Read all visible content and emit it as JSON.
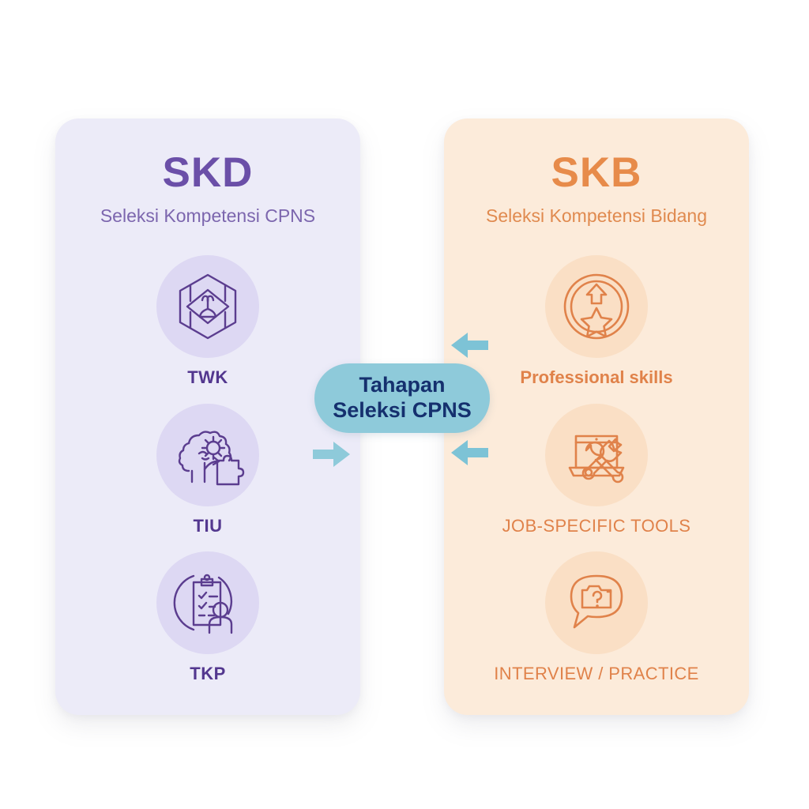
{
  "background_color": "#ffffff",
  "badge": {
    "line1": "Tahapan",
    "line2": "Seleksi CPNS",
    "bg_color": "#8ecada",
    "text_color": "#15306e"
  },
  "cards": [
    {
      "id": "skd",
      "title": "SKD",
      "subtitle": "Seleksi Kompetensi CPNS",
      "bg_color": "#ecebf8",
      "title_color": "#6b4fa8",
      "icon_circle_color": "#ddd8f3",
      "items": [
        {
          "label": "TWK",
          "icon": "hexagon-emblem-icon",
          "style": "bold"
        },
        {
          "label": "TIU",
          "icon": "brain-gear-puzzle-icon",
          "style": "bold"
        },
        {
          "label": "TKP",
          "icon": "clipboard-checklist-person-icon",
          "style": "bold"
        }
      ]
    },
    {
      "id": "skb",
      "title": "SKB",
      "subtitle": "Seleksi Kompetensi Bidang",
      "bg_color": "#fcebda",
      "title_color": "#e78b4a",
      "icon_circle_color": "#fadfc5",
      "items": [
        {
          "label": "Professional skills",
          "icon": "medal-star-arrow-icon",
          "style": "bold"
        },
        {
          "label": "JOB-SPECIFIC TOOLS",
          "icon": "laptop-wrench-screwdriver-icon",
          "style": "caps"
        },
        {
          "label": "INTERVIEW / PRACTICE",
          "icon": "speech-bubble-question-icon",
          "style": "caps"
        }
      ]
    }
  ],
  "arrows": [
    {
      "name": "arrow-right-to-badge",
      "direction": "right",
      "color": "#8ecada"
    },
    {
      "name": "arrow-left-from-skb-top",
      "direction": "left",
      "color": "#7dc3d6"
    },
    {
      "name": "arrow-left-from-skb-bottom",
      "direction": "left",
      "color": "#7dc3d6"
    }
  ]
}
